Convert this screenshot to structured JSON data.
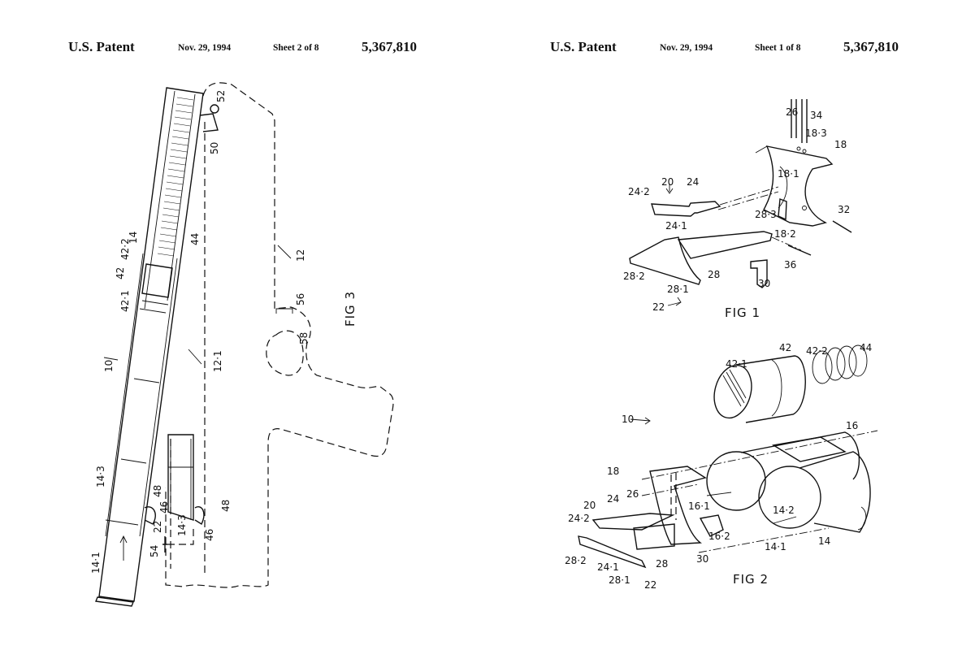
{
  "sheets": [
    {
      "side": "left",
      "header": {
        "title": "U.S. Patent",
        "date": "Nov. 29, 1994",
        "sheet": "Sheet 2 of 8",
        "patent_number": "5,367,810"
      },
      "figure": {
        "label": "FIG 3",
        "callouts": [
          "52",
          "50",
          "44",
          "14",
          "42·2",
          "42",
          "42·1",
          "12",
          "56",
          "58",
          "12·1",
          "10",
          "14·3",
          "48",
          "46",
          "22",
          "14·3",
          "46",
          "48",
          "54",
          "14·1"
        ]
      }
    },
    {
      "side": "right",
      "header": {
        "title": "U.S. Patent",
        "date": "Nov. 29, 1994",
        "sheet": "Sheet 1 of 8",
        "patent_number": "5,367,810"
      },
      "figures": [
        {
          "label": "FIG 1",
          "callouts": [
            "26",
            "34",
            "18·3",
            "18",
            "18·1",
            "20",
            "24",
            "24·2",
            "24·1",
            "28·3",
            "18·2",
            "32",
            "36",
            "28",
            "28·2",
            "28·1",
            "30",
            "22"
          ]
        },
        {
          "label": "FIG 2",
          "callouts": [
            "42",
            "42·2",
            "44",
            "42·1",
            "10",
            "16",
            "18",
            "26",
            "20",
            "24",
            "24·2",
            "16·1",
            "16·2",
            "14·2",
            "14·1",
            "14",
            "28·2",
            "24·1",
            "28",
            "30",
            "28·1",
            "22"
          ]
        }
      ]
    }
  ]
}
